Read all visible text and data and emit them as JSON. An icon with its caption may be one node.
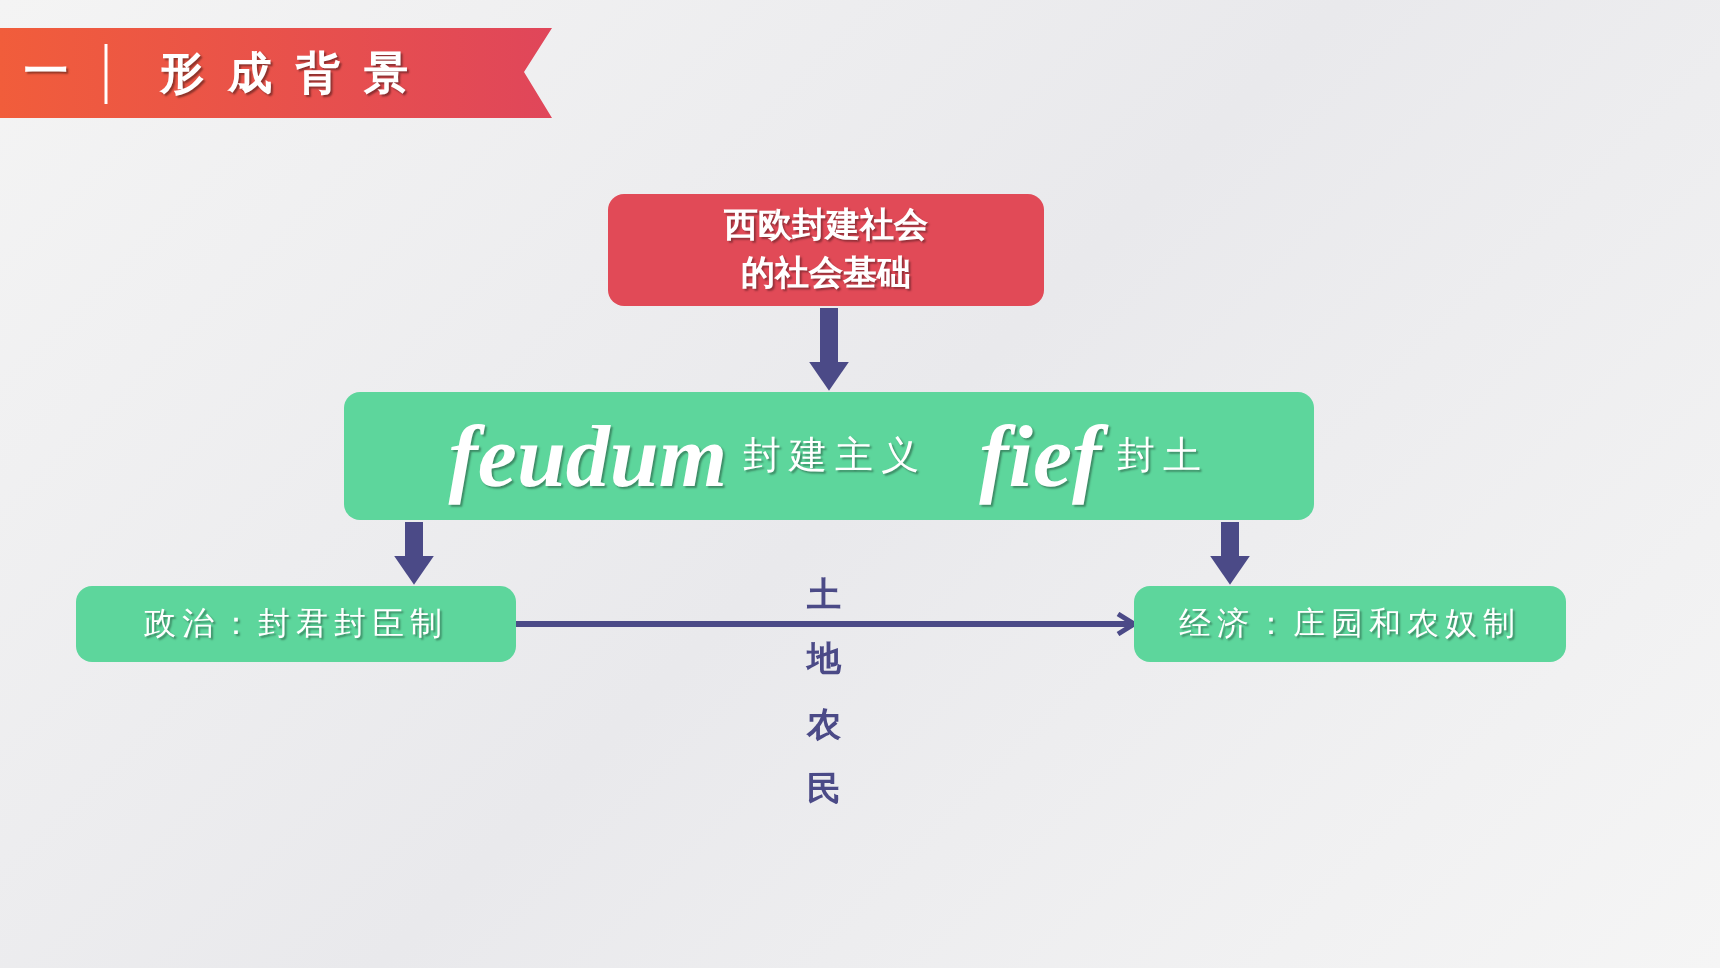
{
  "diagram": {
    "title": "形成背景",
    "nodes": [
      {
        "text": [
          "西欧封建社会的社会基础"
        ]
      },
      {
        "text": [
          "feudum",
          "封建主义",
          "fief",
          "封土"
        ]
      },
      {
        "text": [
          "政治：封君封臣制"
        ]
      },
      {
        "text": [
          "经济：庄园和农奴制"
        ]
      }
    ],
    "edges": [
      {
        "from": 0,
        "to": 1,
        "arrow": "to"
      },
      {
        "from": 1,
        "to": 2,
        "arrow": "to"
      },
      {
        "from": 1,
        "to": 3,
        "arrow": "to"
      },
      {
        "from": 2,
        "to": 3,
        "arrow": "to",
        "label": "土地农民"
      }
    ],
    "labels": [
      "一"
    ]
  }
}
